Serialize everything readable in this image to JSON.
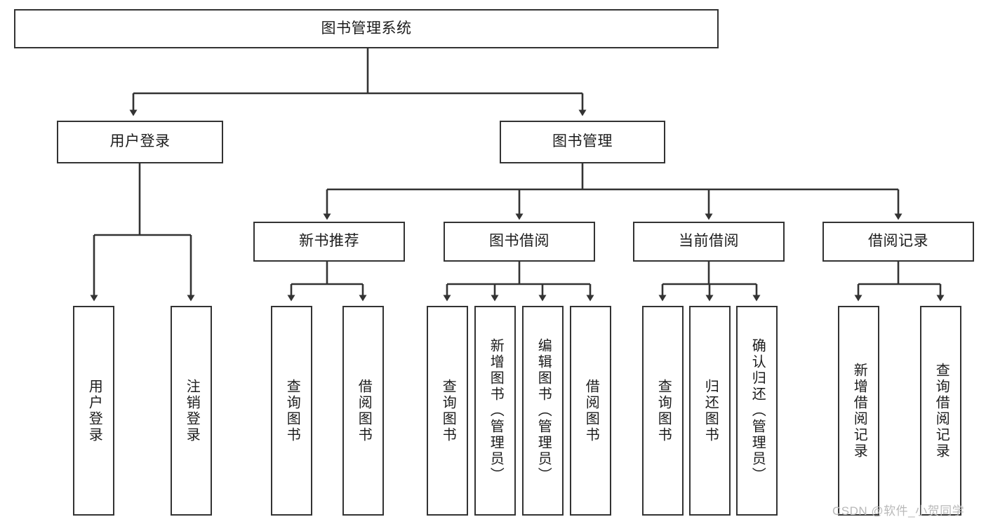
{
  "diagram": {
    "title": "图书管理系统",
    "watermark": "CSDN @软件_小贺同学",
    "colors": {
      "box_border": "#333333",
      "box_fill": "#ffffff",
      "connector": "#333333",
      "text": "#1c1c1c",
      "watermark": "#b9b9b9"
    },
    "root": {
      "label": "图书管理系统"
    },
    "level2": [
      {
        "label": "用户登录"
      },
      {
        "label": "图书管理"
      }
    ],
    "level3": [
      {
        "label": "新书推荐"
      },
      {
        "label": "图书借阅"
      },
      {
        "label": "当前借阅"
      },
      {
        "label": "借阅记录"
      }
    ],
    "leaves": {
      "user_login": [
        {
          "label": "用户登录"
        },
        {
          "label": "注销登录"
        }
      ],
      "new_book": [
        {
          "label": "查询图书"
        },
        {
          "label": "借阅图书"
        }
      ],
      "book_borrow": [
        {
          "label": "查询图书"
        },
        {
          "label": "新增图书（管理员）"
        },
        {
          "label": "编辑图书（管理员）"
        },
        {
          "label": "借阅图书"
        }
      ],
      "current_borrow": [
        {
          "label": "查询图书"
        },
        {
          "label": "归还图书"
        },
        {
          "label": "确认归还（管理员）"
        }
      ],
      "borrow_record": [
        {
          "label": "新增借阅记录"
        },
        {
          "label": "查询借阅记录"
        }
      ]
    }
  }
}
